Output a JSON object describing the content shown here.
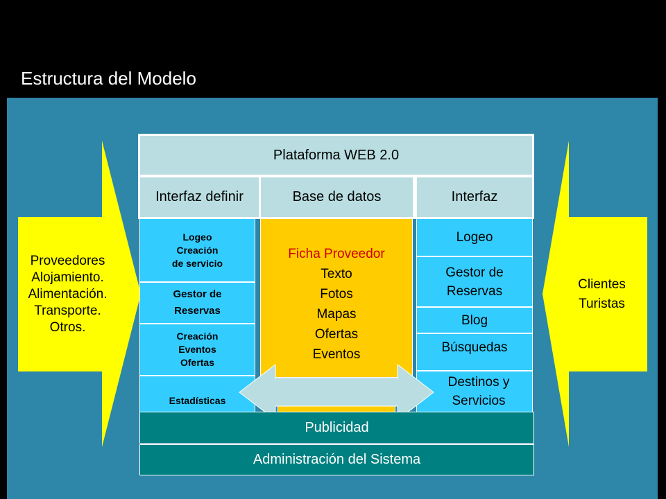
{
  "title": "Estructura del Modelo",
  "left_arrow": {
    "lines": [
      "Proveedores",
      "Alojamiento.",
      "Alimentación.",
      "Transporte.",
      "Otros."
    ]
  },
  "right_arrow": {
    "lines": [
      "Clientes",
      "Turistas"
    ]
  },
  "platform": "Plataforma WEB 2.0",
  "headers": {
    "left": "Interfaz definir",
    "center": "Base de datos",
    "right": "Interfaz"
  },
  "left_column": [
    {
      "lines": [
        "Logeo",
        "Creación",
        "de servicio"
      ]
    },
    {
      "lines": [
        "Gestor de",
        "Reservas"
      ]
    },
    {
      "lines": [
        "Creación",
        "Eventos",
        "Ofertas"
      ]
    },
    {
      "lines": [
        "Estadísticas"
      ]
    }
  ],
  "center_column": {
    "heading": "Ficha Proveedor",
    "items": [
      "Texto",
      "Fotos",
      "Mapas",
      "Ofertas",
      "Eventos"
    ]
  },
  "right_column": [
    {
      "lines": [
        "Logeo"
      ]
    },
    {
      "lines": [
        "Gestor de",
        "Reservas"
      ]
    },
    {
      "lines": [
        "Blog"
      ]
    },
    {
      "lines": [
        "Búsquedas"
      ]
    },
    {
      "lines": [
        "Destinos y",
        "Servicios"
      ]
    }
  ],
  "bottom": {
    "publicidad": "Publicidad",
    "admin": "Administración del Sistema"
  },
  "colors": {
    "panel": "#2e86a8",
    "yellow": "#ffff00",
    "cyan": "#33ccff",
    "light": "#b9dde0",
    "ficha": "#ffcc00",
    "teal": "#008080"
  }
}
